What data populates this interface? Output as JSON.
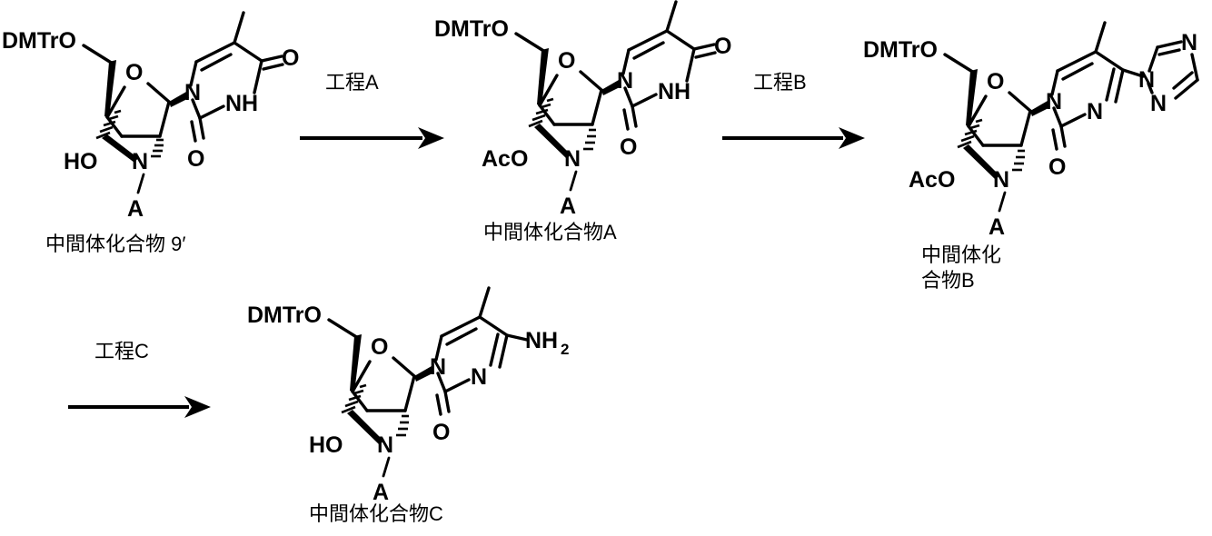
{
  "document": {
    "type": "chemical-reaction-scheme",
    "language": "ja",
    "background_color": "#ffffff",
    "line_color": "#000000"
  },
  "steps": [
    {
      "id": "step-a",
      "label": "工程A"
    },
    {
      "id": "step-b",
      "label": "工程B"
    },
    {
      "id": "step-c",
      "label": "工程C"
    }
  ],
  "compounds": [
    {
      "id": "compound-9prime",
      "caption": "中間体化合物 9′",
      "caption_lines": [
        "中間体化合物 9′"
      ],
      "protecting_group": "DMTrO",
      "c2_substituent": "HO",
      "aziridine_n": "N",
      "aziridine_substituent": "A",
      "ring_oxygen": "O",
      "base_name": "thymine",
      "base_labels": [
        "N",
        "NH",
        "O",
        "O"
      ]
    },
    {
      "id": "compound-a",
      "caption": "中間体化合物A",
      "caption_lines": [
        "中間体化合物A"
      ],
      "protecting_group": "DMTrO",
      "c2_substituent": "AcO",
      "aziridine_n": "N",
      "aziridine_substituent": "A",
      "ring_oxygen": "O",
      "base_name": "thymine",
      "base_labels": [
        "N",
        "NH",
        "O",
        "O"
      ]
    },
    {
      "id": "compound-b",
      "caption": "中間体化合物B",
      "caption_lines": [
        "中間体化",
        "合物B"
      ],
      "protecting_group": "DMTrO",
      "c2_substituent": "AcO",
      "aziridine_n": "N",
      "aziridine_substituent": "A",
      "ring_oxygen": "O",
      "base_name": "4-(1,2,4-triazol-1-yl)-5-methylpyrimidin-2-one",
      "base_labels": [
        "N",
        "N",
        "O",
        "N",
        "N",
        "N"
      ]
    },
    {
      "id": "compound-c",
      "caption": "中間体化合物C",
      "caption_lines": [
        "中間体化合物C"
      ],
      "protecting_group": "DMTrO",
      "c2_substituent": "HO",
      "aziridine_n": "N",
      "aziridine_substituent": "A",
      "ring_oxygen": "O",
      "base_name": "5-methylcytosine",
      "base_labels": [
        "N",
        "N",
        "O",
        "NH",
        "2"
      ]
    }
  ],
  "atoms": {
    "dmtro": "DMTrO",
    "aco": "AcO",
    "ho": "HO",
    "o": "O",
    "n": "N",
    "nh": "NH",
    "a": "A",
    "nh2_main": "NH",
    "nh2_sub": "2"
  }
}
